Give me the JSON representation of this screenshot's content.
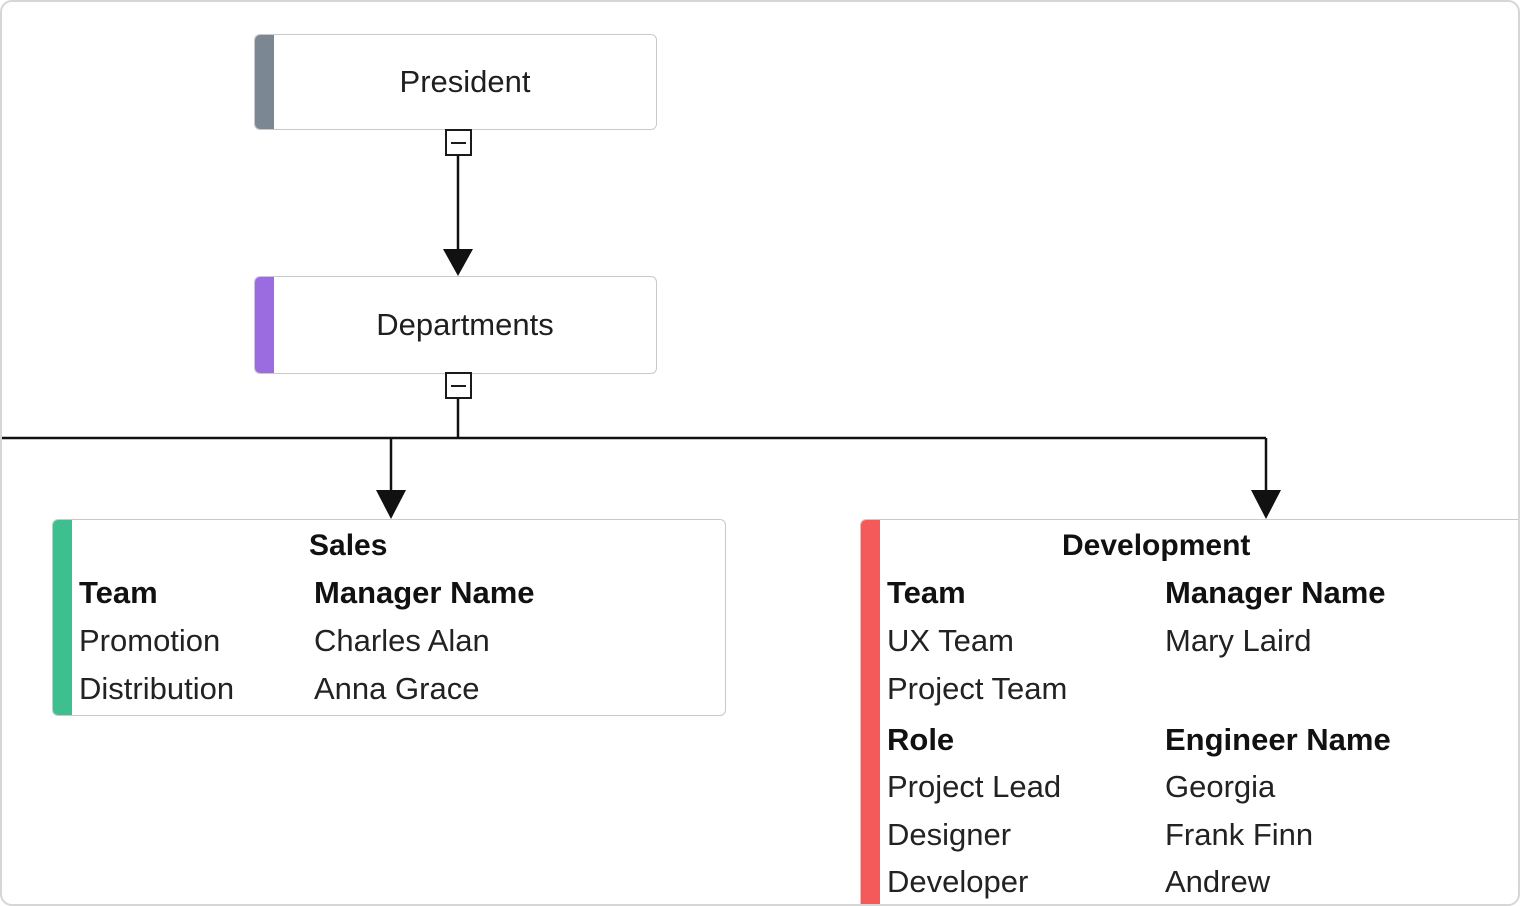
{
  "colors": {
    "president_accent": "#7b8792",
    "departments_accent": "#9b6be0",
    "sales_accent": "#3dbf8f",
    "development_accent": "#f55a5a",
    "connector": "#111111",
    "node_border": "#c9c9c9"
  },
  "icons": {
    "toggle": "collapse-minus-icon"
  },
  "nodes": {
    "president": {
      "label": "President"
    },
    "departments": {
      "label": "Departments"
    },
    "sales": {
      "title": "Sales",
      "team_header": "Team",
      "manager_header": "Manager Name",
      "rows": [
        {
          "team": "Promotion",
          "manager": "Charles Alan"
        },
        {
          "team": "Distribution",
          "manager": "Anna Grace"
        }
      ]
    },
    "development": {
      "title": "Development",
      "team_header": "Team",
      "manager_header": "Manager Name",
      "team_rows": [
        {
          "team": "UX Team",
          "manager": "Mary Laird"
        },
        {
          "team": "Project Team",
          "manager": ""
        }
      ],
      "role_header": "Role",
      "engineer_header": "Engineer Name",
      "role_rows": [
        {
          "role": "Project Lead",
          "engineer": "Georgia"
        },
        {
          "role": "Designer",
          "engineer": "Frank Finn"
        },
        {
          "role": "Developer",
          "engineer": "Andrew"
        }
      ]
    }
  }
}
